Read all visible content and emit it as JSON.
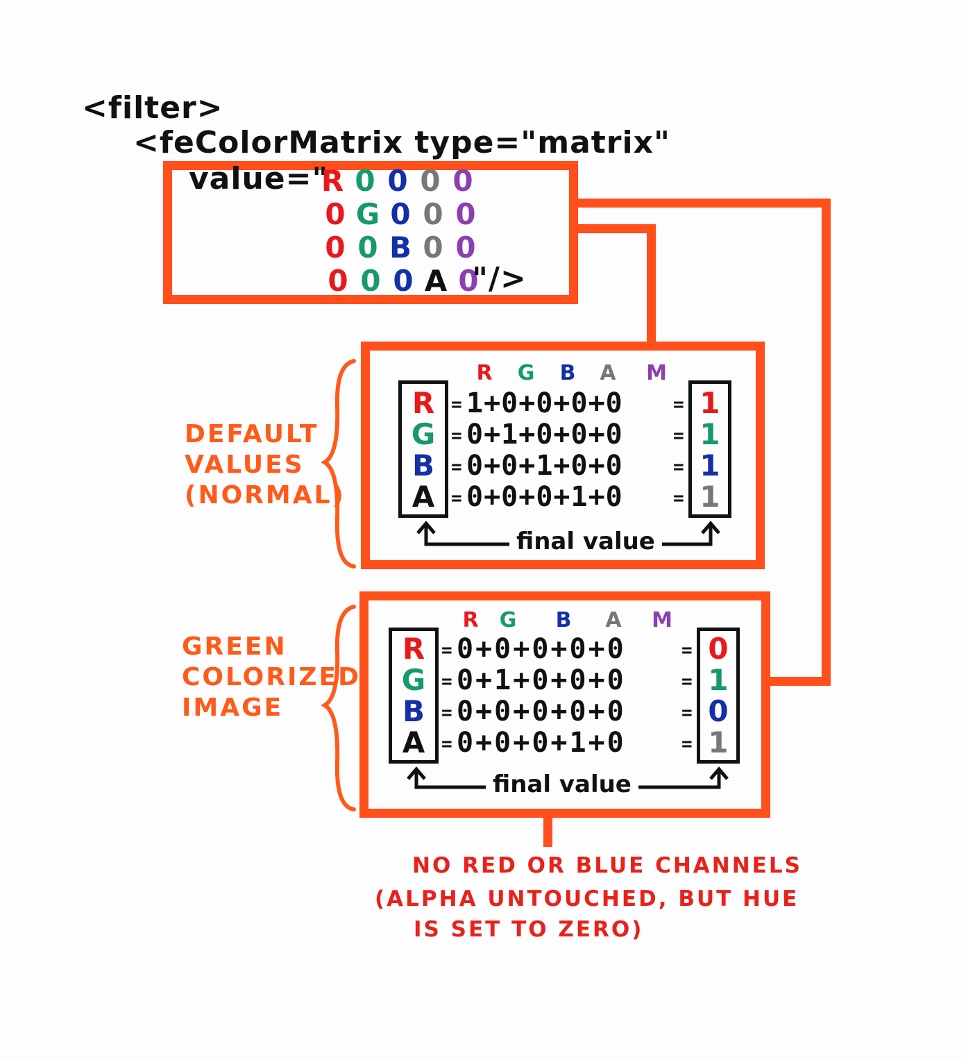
{
  "colors": {
    "R": "#e8191c",
    "G": "#169a6a",
    "B": "#1330a8",
    "A": "#777777",
    "M": "#8b3fb0",
    "wire": "#ff4f1a",
    "note": "#e8221a",
    "label": "#ff5a1a"
  },
  "code": {
    "line1": "<filter>",
    "line2": "<feColorMatrix type=\"matrix\"",
    "value_prefix": "value=\"",
    "closing": "\"/>",
    "matrix": [
      [
        {
          "t": "R",
          "c": "R"
        },
        {
          "t": "0",
          "c": "G"
        },
        {
          "t": "0",
          "c": "B"
        },
        {
          "t": "0",
          "c": "A"
        },
        {
          "t": "0",
          "c": "M"
        }
      ],
      [
        {
          "t": "0",
          "c": "R"
        },
        {
          "t": "G",
          "c": "G"
        },
        {
          "t": "0",
          "c": "B"
        },
        {
          "t": "0",
          "c": "A"
        },
        {
          "t": "0",
          "c": "M"
        }
      ],
      [
        {
          "t": "0",
          "c": "R"
        },
        {
          "t": "0",
          "c": "G"
        },
        {
          "t": "B",
          "c": "B"
        },
        {
          "t": "0",
          "c": "A"
        },
        {
          "t": "0",
          "c": "M"
        }
      ],
      [
        {
          "t": "0",
          "c": "R"
        },
        {
          "t": "0",
          "c": "G"
        },
        {
          "t": "0",
          "c": "B"
        },
        {
          "t": "A",
          "c": "K"
        },
        {
          "t": "0",
          "c": "M"
        }
      ]
    ]
  },
  "headers": [
    "R",
    "G",
    "B",
    "A",
    "M"
  ],
  "panels": [
    {
      "label": "DEFAULT\nVALUES\n(NORMAL)",
      "rows": [
        {
          "ch": "R",
          "eq": "1+0+0+0+0",
          "res": "1"
        },
        {
          "ch": "G",
          "eq": "0+1+0+0+0",
          "res": "1"
        },
        {
          "ch": "B",
          "eq": "0+0+1+0+0",
          "res": "1"
        },
        {
          "ch": "A",
          "eq": "0+0+0+1+0",
          "res": "1"
        }
      ],
      "final": "final value"
    },
    {
      "label": "GREEN\nCOLORIZED\nIMAGE",
      "rows": [
        {
          "ch": "R",
          "eq": "0+0+0+0+0",
          "res": "0"
        },
        {
          "ch": "G",
          "eq": "0+1+0+0+0",
          "res": "1"
        },
        {
          "ch": "B",
          "eq": "0+0+0+0+0",
          "res": "0"
        },
        {
          "ch": "A",
          "eq": "0+0+0+1+0",
          "res": "1"
        }
      ],
      "final": "final value"
    }
  ],
  "note": {
    "line1": "NO RED OR BLUE CHANNELS",
    "line2": "(ALPHA UNTOUCHED, BUT HUE",
    "line3": "IS SET TO ZERO)"
  }
}
